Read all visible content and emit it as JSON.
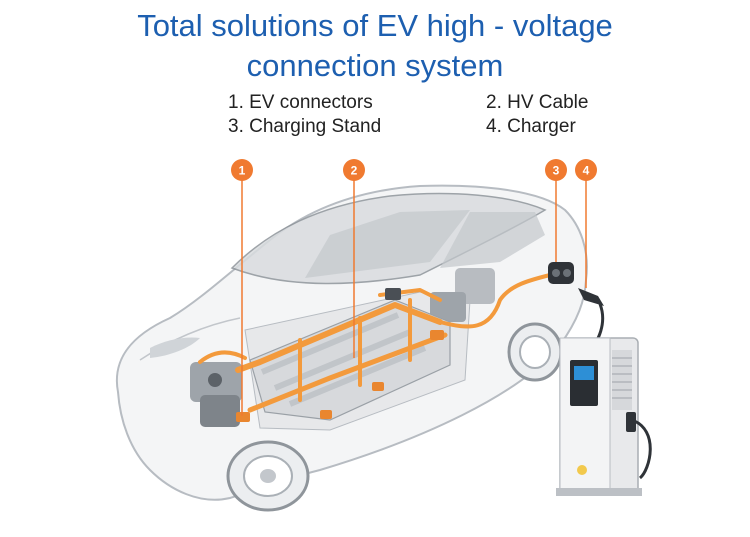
{
  "title": {
    "line1": "Total solutions of EV high - voltage",
    "line2": "connection system"
  },
  "legend": {
    "items": [
      "1. EV connectors",
      "2. HV Cable",
      "3. Charging Stand",
      "4. Charger"
    ]
  },
  "callouts": [
    "1",
    "2",
    "3",
    "4"
  ],
  "colors": {
    "title": "#1d5fb0",
    "accent": "#f07a30",
    "cable": "#f39a3c",
    "car_outline": "#9aa0a6",
    "charger_body": "#e8e9eb"
  }
}
